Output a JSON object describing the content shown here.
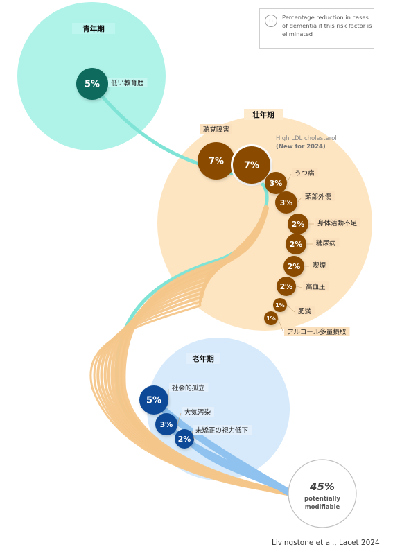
{
  "legend": {
    "marker": "n",
    "text": "Percentage reduction in cases of dementia if this risk factor is eliminated"
  },
  "stages": [
    {
      "id": "youth",
      "title": "青年期",
      "factors": [
        {
          "label": "低い教育歴",
          "value": "5%"
        }
      ]
    },
    {
      "id": "midlife",
      "title": "壮年期",
      "factors": [
        {
          "label": "聴覚障害",
          "value": "7%"
        },
        {
          "label": "High LDL cholesterol",
          "note": "(New for 2024)",
          "value": "7%"
        },
        {
          "label": "うつ病",
          "value": "3%"
        },
        {
          "label": "頭部外傷",
          "value": "3%"
        },
        {
          "label": "身体活動不足",
          "value": "2%"
        },
        {
          "label": "糖尿病",
          "value": "2%"
        },
        {
          "label": "喫煙",
          "value": "2%"
        },
        {
          "label": "高血圧",
          "value": "2%"
        },
        {
          "label": "肥満",
          "value": "1%"
        },
        {
          "label": "アルコール多量摂取",
          "value": "1%"
        }
      ]
    },
    {
      "id": "late",
      "title": "老年期",
      "factors": [
        {
          "label": "社会的孤立",
          "value": "5%"
        },
        {
          "label": "大気汚染",
          "value": "3%"
        },
        {
          "label": "未矯正の視力低下",
          "value": "2%"
        }
      ]
    }
  ],
  "total": {
    "value": "45%",
    "line1": "potentially",
    "line2": "modifiable"
  },
  "citation": "Livingstone et al., Lacet 2024",
  "colors": {
    "youth_bg": "#aef2e8",
    "youth_node": "#0e6a5d",
    "youth_band": "#7fe3d6",
    "mid_bg": "#fde5c2",
    "mid_node": "#8a4b06",
    "mid_band": "#f4c68a",
    "late_bg": "#d6eafb",
    "late_node": "#0d4a96",
    "late_band": "#8fc2ef",
    "label_bg": "#fbe0be",
    "total_border": "#bfbfbf"
  }
}
